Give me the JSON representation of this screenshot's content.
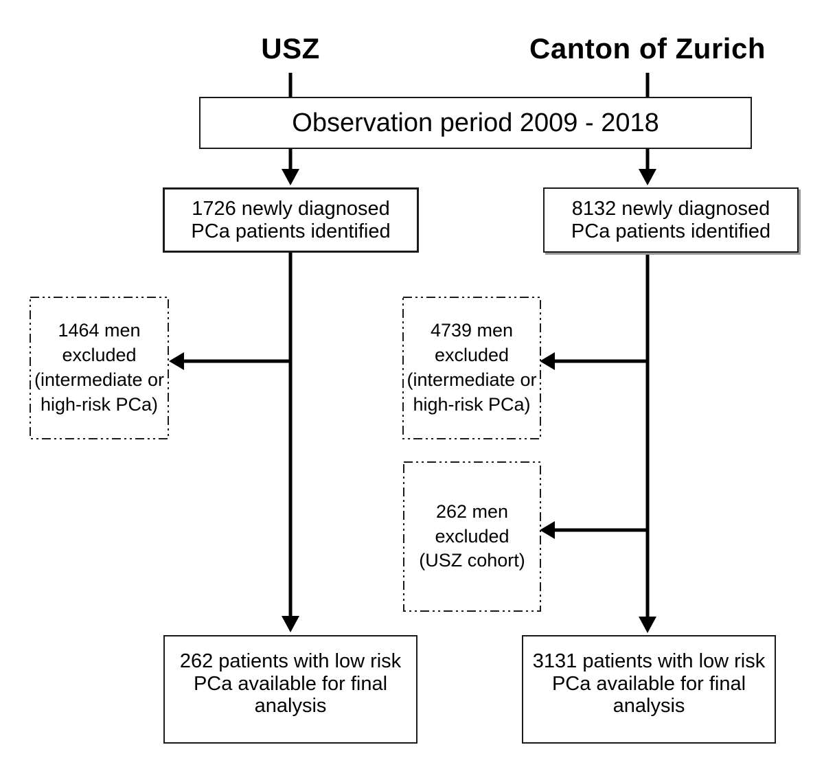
{
  "header": {
    "usz": "USZ",
    "canton": "Canton of Zurich"
  },
  "observation": {
    "label": "Observation period 2009 - 2018"
  },
  "usz": {
    "identified": "1726 newly diagnosed\nPCa patients identified",
    "excluded": "1464 men\nexcluded\n(intermediate or\nhigh-risk PCa)",
    "final": "262 patients with low risk\nPCa available for final\nanalysis"
  },
  "canton": {
    "identified": "8132 newly diagnosed\nPCa patients identified",
    "excluded_risk": "4739 men\nexcluded\n(intermediate or\nhigh-risk PCa)",
    "excluded_usz": "262 men\nexcluded\n(USZ cohort)",
    "final": "3131 patients with low risk\nPCa available for final\nanalysis"
  },
  "colors": {
    "line": "#000000",
    "border": "#1a1a1a",
    "background": "#ffffff",
    "text": "#000000"
  }
}
